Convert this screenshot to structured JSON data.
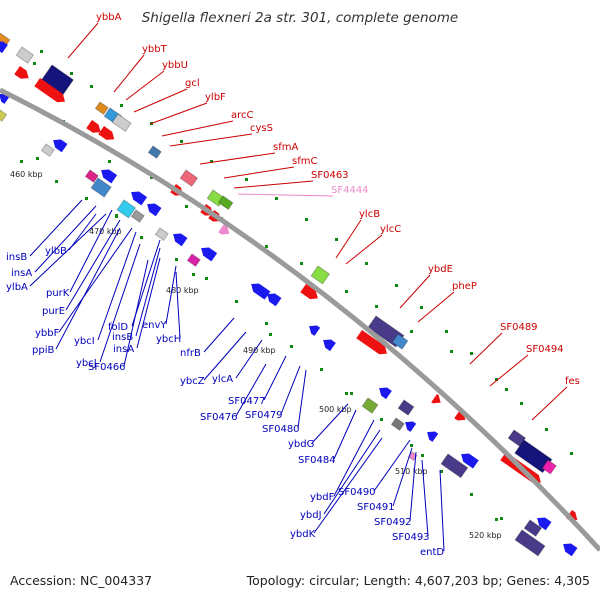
{
  "title": "Shigella flexneri 2a str. 301, complete genome",
  "footer": {
    "accession": "Accession: NC_004337",
    "summary": "Topology: circular; Length: 4,607,203 bp; Genes: 4,305"
  },
  "colors": {
    "forward_label": "#cc0000",
    "reverse_label": "#0000bb",
    "highlight_label": "#ee88cc",
    "backbone": "#9a9a9a"
  },
  "kbp_ticks": [
    "460 kbp",
    "470 kbp",
    "480 kbp",
    "490 kbp",
    "500 kbp",
    "510 kbp",
    "520 kbp"
  ],
  "forward_genes": [
    "ybbA",
    "ybbT",
    "ybbU",
    "gcl",
    "ylbF",
    "arcC",
    "cysS",
    "sfmA",
    "sfmC",
    "SF0463",
    "SF4444",
    "ylcB",
    "ylcC",
    "ybdE",
    "pheP",
    "SF0489",
    "SF0494",
    "fes"
  ],
  "reverse_genes": [
    "insB",
    "ylbB",
    "insA",
    "ylbA",
    "purK",
    "purE",
    "ybbF",
    "ybcI",
    "ppiB",
    "ybcJ",
    "folD",
    "insB",
    "insA",
    "envY",
    "ybcH",
    "SF0466",
    "nfrB",
    "ybcZ",
    "ylcA",
    "SF0477",
    "SF0476",
    "SF0479",
    "SF0480",
    "ybdG",
    "SF0484",
    "ybdF",
    "SF0490",
    "ybdJ",
    "SF0491",
    "ybdK",
    "SF0492",
    "SF0493",
    "entD"
  ]
}
